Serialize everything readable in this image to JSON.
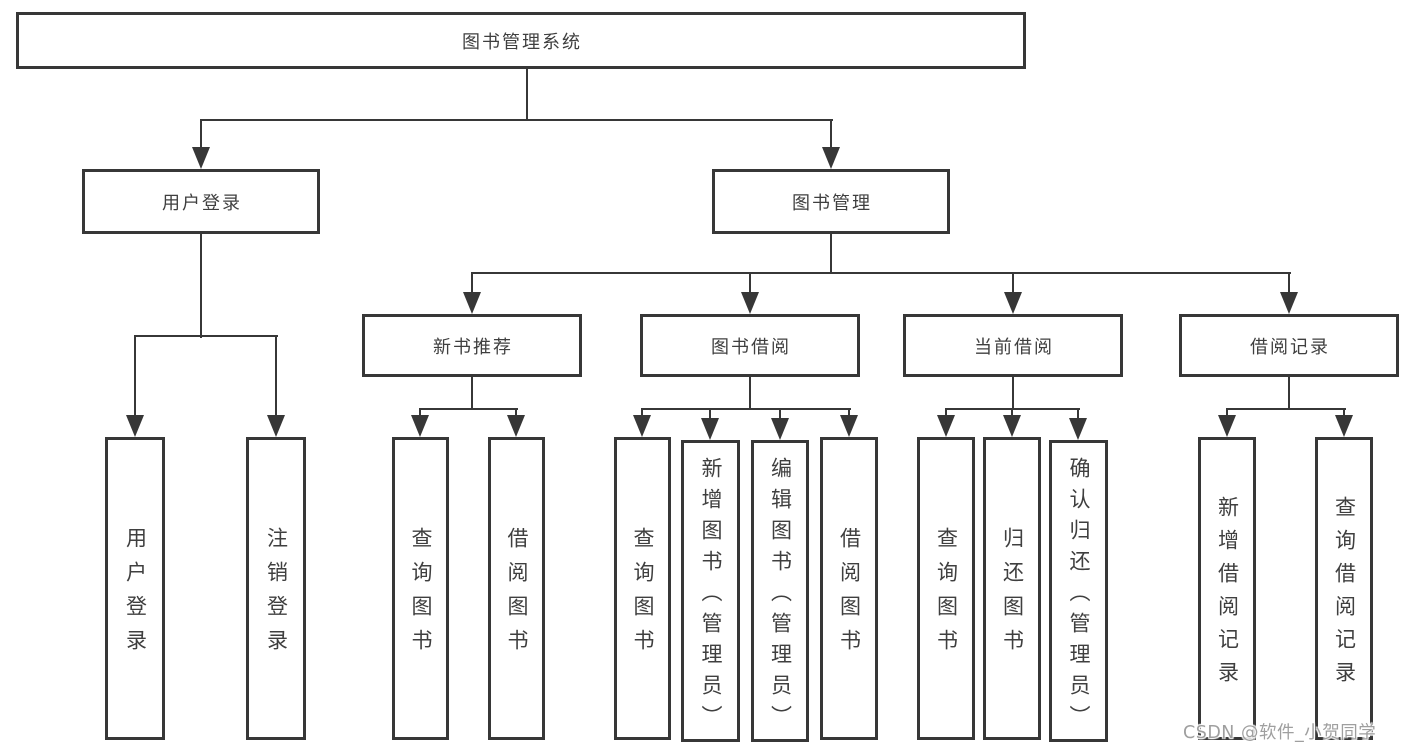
{
  "diagram": {
    "root": {
      "label": "图书管理系统"
    },
    "level2": [
      {
        "id": "user-login",
        "label": "用户登录"
      },
      {
        "id": "book-management",
        "label": "图书管理"
      }
    ],
    "level3": [
      {
        "id": "new-book-recommend",
        "label": "新书推荐"
      },
      {
        "id": "book-borrow",
        "label": "图书借阅"
      },
      {
        "id": "current-borrow",
        "label": "当前借阅"
      },
      {
        "id": "borrow-records",
        "label": "借阅记录"
      }
    ],
    "leaves": [
      {
        "parent": "用户登录",
        "label": "用户登录"
      },
      {
        "parent": "用户登录",
        "label": "注销登录"
      },
      {
        "parent": "新书推荐",
        "label": "查询图书"
      },
      {
        "parent": "新书推荐",
        "label": "借阅图书"
      },
      {
        "parent": "图书借阅",
        "label": "查询图书"
      },
      {
        "parent": "图书借阅",
        "label": "新增图书（管理员）"
      },
      {
        "parent": "图书借阅",
        "label": "编辑图书（管理员）"
      },
      {
        "parent": "图书借阅",
        "label": "借阅图书"
      },
      {
        "parent": "当前借阅",
        "label": "查询图书"
      },
      {
        "parent": "当前借阅",
        "label": "归还图书"
      },
      {
        "parent": "当前借阅",
        "label": "确认归还（管理员）"
      },
      {
        "parent": "借阅记录",
        "label": "新增借阅记录"
      },
      {
        "parent": "借阅记录",
        "label": "查询借阅记录"
      }
    ],
    "watermark": "CSDN @软件_小贺同学",
    "colors": {
      "line": "#373737",
      "text": "#3f3f3f",
      "watermark": "#9f9f9f",
      "background": "#ffffff"
    }
  }
}
